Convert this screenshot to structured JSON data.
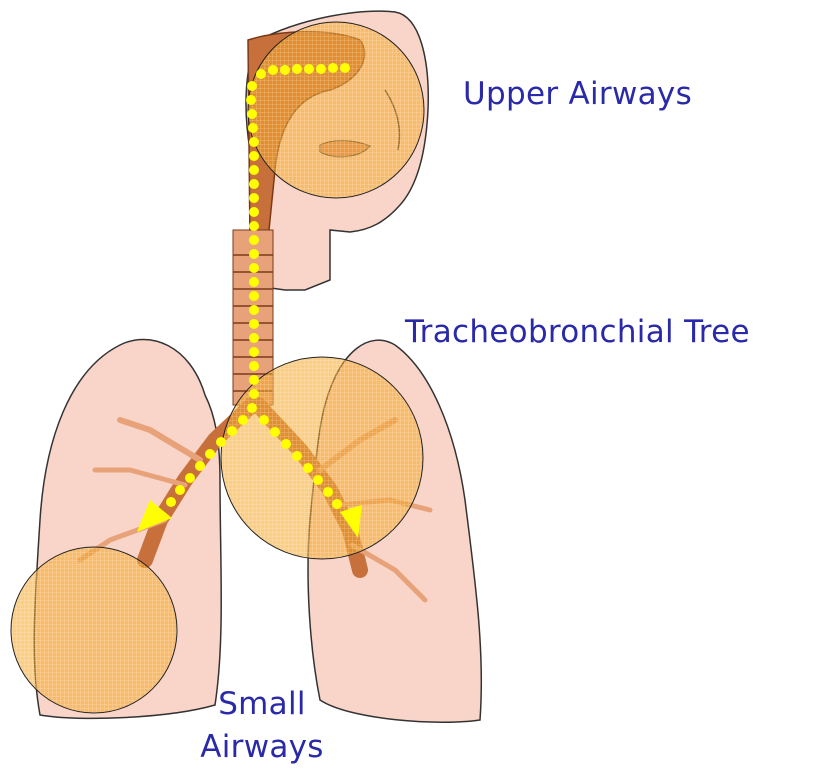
{
  "labels": {
    "upper_airways": "Upper Airways",
    "tracheobronchial_tree": "Tracheobronchial Tree",
    "small_airways_line1": "Small",
    "small_airways_line2": "Airways"
  },
  "colors": {
    "label_text": "#2a2aa8",
    "highlight_fill": "#f5a623",
    "airflow_path": "#ffff00",
    "lung_fill": "#f9d5c9",
    "airway_tissue": "#c8703c"
  }
}
